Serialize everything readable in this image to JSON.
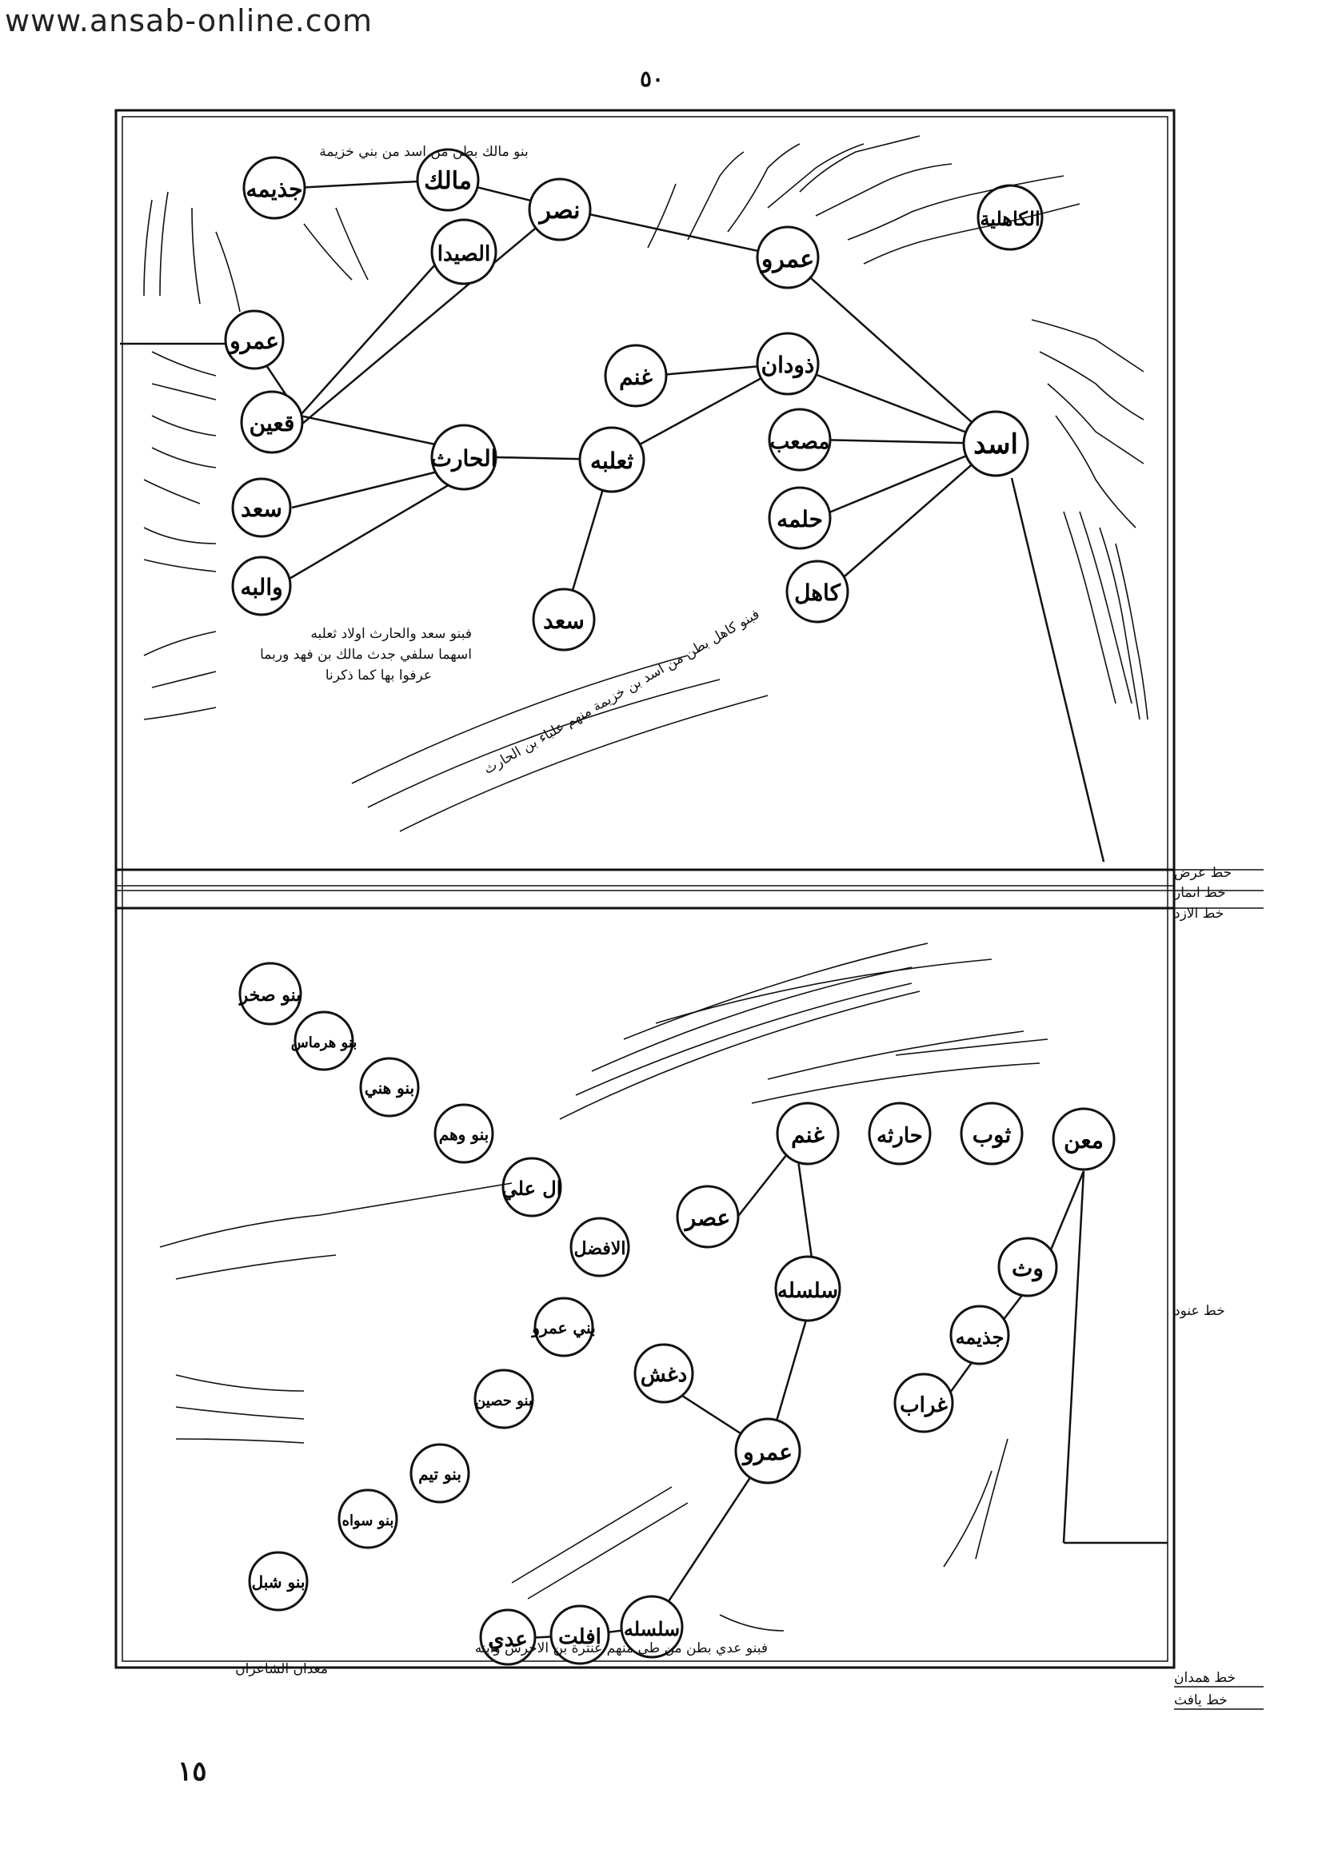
{
  "header": {
    "url": "www.ansab-online.com"
  },
  "page": {
    "top_number": "٥٠",
    "bottom_number": "١٥"
  },
  "colors": {
    "ink": "#111111",
    "paper": "#ffffff"
  },
  "side_labels": [
    {
      "id": "l1",
      "text": "خط عرض"
    },
    {
      "id": "l2",
      "text": "خط انمار"
    },
    {
      "id": "l3",
      "text": "خط الازد"
    },
    {
      "id": "l4",
      "text": "خط عنود"
    },
    {
      "id": "l5",
      "text": "خط همدان"
    },
    {
      "id": "l6",
      "text": "خط يافث"
    }
  ],
  "nodes": {
    "asad": "اسد",
    "kahil": "الكاهلية",
    "amr_top": "عمرو",
    "dhawdan": "ذودان",
    "musab": "مصعب",
    "hilma": "حلمه",
    "kahil2": "كاهل",
    "ghanm_top": "غنم",
    "thalaba": "ثعلبه",
    "saad_mid": "سعد",
    "harith": "الحارث",
    "nasr": "نصر",
    "malik": "مالك",
    "judhayma_top": "جذيمه",
    "sayda": "الصيدا",
    "amr_left": "عمرو",
    "quayn": "قعين",
    "saad_left": "سعد",
    "waliba": "والبه",
    "maan": "معن",
    "tawb": "ثوب",
    "haritha": "حارثه",
    "ghanm_low": "غنم",
    "asr": "عصر",
    "wth": "وث",
    "judhayma_low": "جذيمه",
    "ghurab": "غراب",
    "silsila_mid": "سلسله",
    "amr_low": "عمرو",
    "silsila_low": "سلسله",
    "aflat": "افلت",
    "adiy": "عدي",
    "banu_sakhr": "بنو صخر",
    "banu_harmas": "بنو هرماس",
    "banu_hani": "بنو هني",
    "banu_wahm": "بنو وهم",
    "al_ali": "ال علي",
    "al_afdal": "الافضل",
    "banu_amr": "بني عمرو",
    "daghsh": "دغش",
    "banu_husayn": "بنو حصين",
    "banu_tayyim": "بنو تيم",
    "banu_sawah": "بنو سواه",
    "banu_shibl": "بنو شبل"
  },
  "notes": {
    "malik_note": "بنو مالك بطن من اسد من بني خزيمة",
    "saad_note1": "فبنو سعد والحارث اولاد ثعلبه",
    "saad_note2": "اسهما سلفي جدث مالك بن فهد وربما",
    "saad_note3": "عرفوا بها كما ذكرنا",
    "kahil_note": "فبنو كاهل بطن من اسد بن خزيمة منهم علباء بن الحارث",
    "adiy_note1": "فبنو عدي بطن من طي منهم عنترة بن الاخرش وابنه",
    "adiy_note2": "معدان الشاعران"
  }
}
